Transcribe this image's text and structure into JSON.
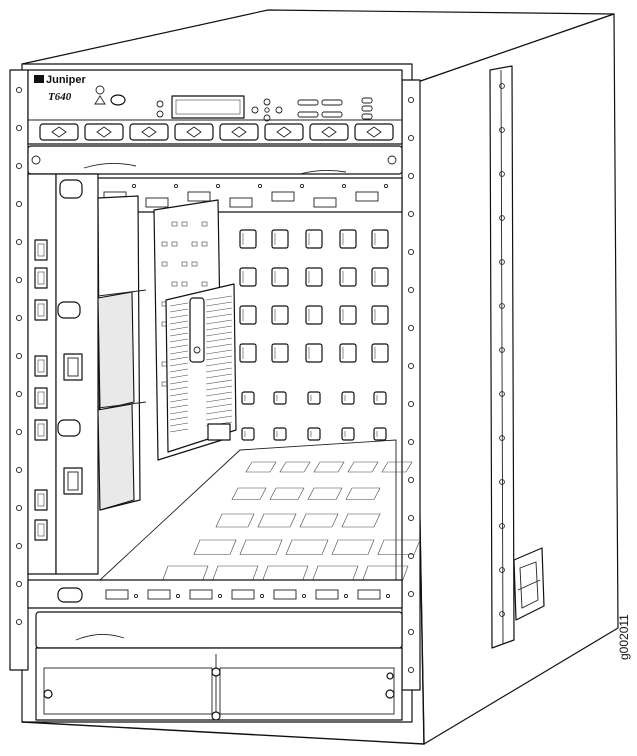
{
  "chassis": {
    "brand": "Juniper",
    "model": "T640"
  },
  "figure": {
    "id": "g002011"
  },
  "colors": {
    "line": "#111111",
    "background": "#ffffff"
  }
}
